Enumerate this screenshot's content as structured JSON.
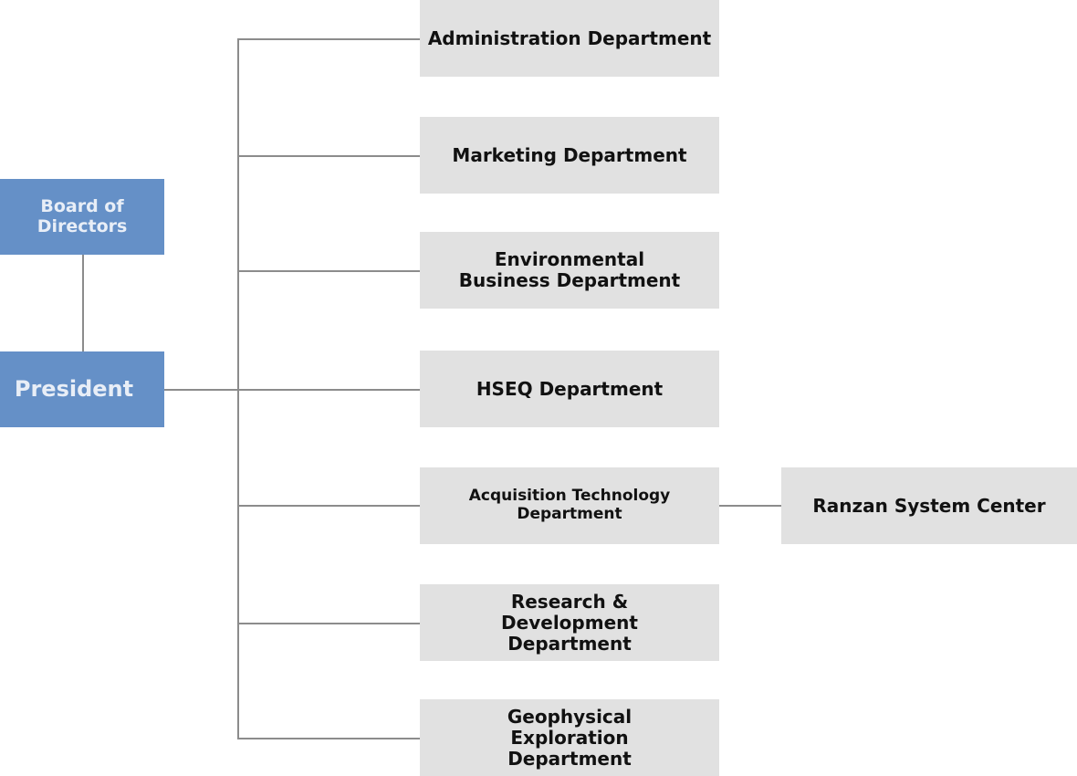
{
  "colors": {
    "executive_fill": "#6590c7",
    "executive_text": "#e8eef7",
    "department_fill": "#e1e1e1",
    "department_text": "#111111",
    "connector": "#8c8c8c"
  },
  "executive": {
    "board": "Board of Directors",
    "president": "President"
  },
  "departments": [
    {
      "label": "Administration Department"
    },
    {
      "label": "Marketing Department"
    },
    {
      "label": "Environmental Business Department"
    },
    {
      "label": "HSEQ Department"
    },
    {
      "label": "Acquisition Technology Department"
    },
    {
      "label": "Research & Development Department"
    },
    {
      "label": "Geophysical Exploration Department"
    }
  ],
  "sub_units": {
    "acquisition_center": "Ranzan System Center"
  }
}
